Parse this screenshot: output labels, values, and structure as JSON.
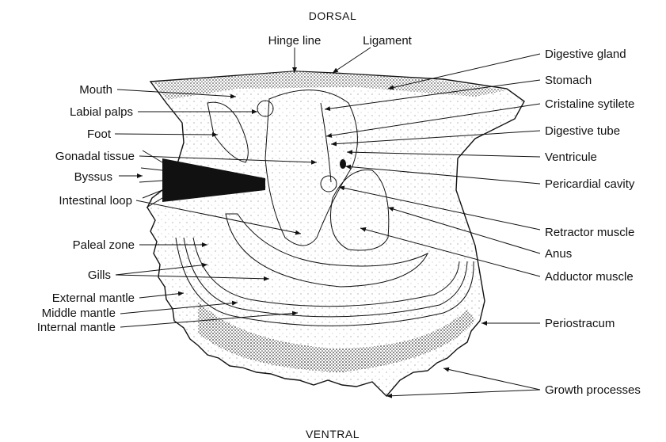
{
  "orientation": {
    "top": "DORSAL",
    "bottom": "VENTRAL"
  },
  "labels": {
    "hinge_line": "Hinge line",
    "ligament": "Ligament",
    "mouth": "Mouth",
    "labial_palps": "Labial palps",
    "foot": "Foot",
    "gonadal_tissue": "Gonadal tissue",
    "byssus": "Byssus",
    "intestinal_loop": "Intestinal loop",
    "paleal_zone": "Paleal zone",
    "gills": "Gills",
    "external_mantle": "External mantle",
    "middle_mantle": "Middle mantle",
    "internal_mantle": "Internal mantle",
    "digestive_gland": "Digestive gland",
    "stomach": "Stomach",
    "cristaline_sytilete": "Cristaline sytilete",
    "digestive_tube": "Digestive tube",
    "ventricule": "Ventricule",
    "pericardial_cavity": "Pericardial cavity",
    "retractor_muscle": "Retractor muscle",
    "anus": "Anus",
    "adductor_muscle": "Adductor muscle",
    "periostracum": "Periostracum",
    "growth_processes": "Growth processes"
  }
}
